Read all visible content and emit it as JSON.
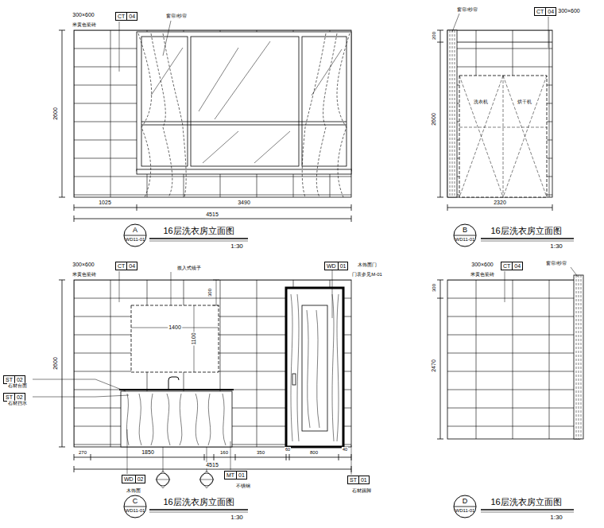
{
  "diagram": {
    "nodes": [
      {
        "text": [
          "CT",
          "04"
        ]
      },
      {
        "text": [
          "A",
          "WD11-01"
        ]
      },
      {
        "text": [
          "CT",
          "04"
        ]
      },
      {
        "text": [
          "B",
          "WD11-01"
        ]
      },
      {
        "text": [
          "CT",
          "04"
        ]
      },
      {
        "text": [
          "WD",
          "01"
        ]
      },
      {
        "text": [
          "ST",
          "02"
        ]
      },
      {
        "text": [
          "ST",
          "02"
        ]
      },
      {
        "text": [
          "WD",
          "02"
        ]
      },
      {
        "text": [
          "MT",
          "01"
        ]
      },
      {
        "text": [
          "ST",
          "01"
        ]
      },
      {
        "text": [
          "C",
          "WD11-01"
        ]
      },
      {
        "text": [
          "CT",
          "04"
        ]
      },
      {
        "text": [
          "D",
          "WD11-01"
        ]
      }
    ],
    "labels": [
      "300×600",
      "米黄色瓷砖",
      "窗帘/纱帘",
      "2600",
      "1025",
      "3490",
      "4515",
      "16层洗衣房立面图",
      "1:30",
      "窗帘/纱帘",
      "300×600",
      "200",
      "2600",
      "洗衣机",
      "烘干机",
      "2320",
      "16层洗衣房立面图",
      "1:30",
      "300×600",
      "米黄色瓷砖",
      "嵌入式镜子",
      "300",
      "1400",
      "1100",
      "木饰面门",
      "门表参见M-01",
      "石材台面",
      "石材挡水",
      "2600",
      "270",
      "1850",
      "160",
      "350",
      "60",
      "800",
      "40",
      "4515",
      "木饰面",
      "不锈钢",
      "石材踢脚",
      "16层洗衣房立面图",
      "1:30",
      "300×600",
      "米黄色瓷砖",
      "窗帘/纱帘",
      "300",
      "2470",
      "16层洗衣房立面图",
      "1:30"
    ]
  }
}
